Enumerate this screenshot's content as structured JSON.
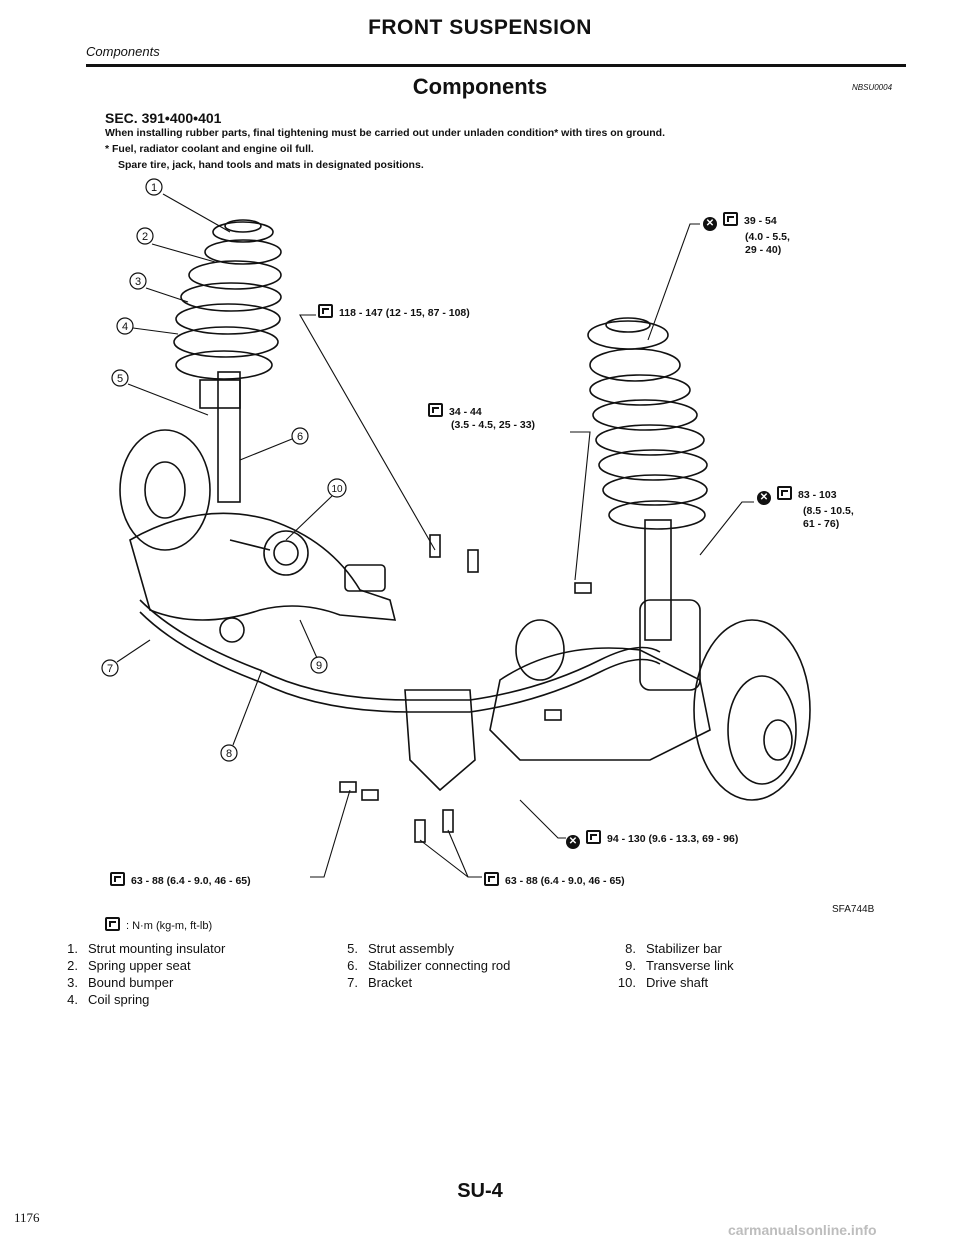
{
  "header": {
    "title": "FRONT SUSPENSION",
    "section": "Components"
  },
  "page_title": "Components",
  "doc_code": "NBSU0004",
  "sec_line": "SEC. 391•400•401",
  "notes": {
    "line1": "When installing rubber parts, final tightening must be carried out under unladen condition* with tires on ground.",
    "line2": "*  Fuel, radiator coolant and engine oil full.",
    "line3": "Spare tire, jack, hand tools and mats in designated positions."
  },
  "torques": {
    "t_39_54": {
      "l1": "39 - 54",
      "l2": "(4.0 - 5.5,",
      "l3": "29 - 40)"
    },
    "t_118_147": "118 - 147 (12 - 15, 87 - 108)",
    "t_34_44": {
      "l1": "34 - 44",
      "l2": "(3.5 - 4.5, 25 - 33)"
    },
    "t_83_103": {
      "l1": "83 - 103",
      "l2": "(8.5 - 10.5,",
      "l3": "61 - 76)"
    },
    "t_94_130": "94 - 130 (9.6 - 13.3, 69 - 96)",
    "t_63_88_left": "63 - 88 (6.4 - 9.0, 46 - 65)",
    "t_63_88_right": "63 - 88 (6.4 - 9.0, 46 - 65)"
  },
  "legend_units": ": N·m (kg-m, ft-lb)",
  "figure_code": "SFA744B",
  "callouts": [
    "1",
    "2",
    "3",
    "4",
    "5",
    "6",
    "7",
    "8",
    "9",
    "10"
  ],
  "parts": [
    {
      "num": "1.",
      "name": "Strut mounting insulator"
    },
    {
      "num": "2.",
      "name": "Spring upper seat"
    },
    {
      "num": "3.",
      "name": "Bound bumper"
    },
    {
      "num": "4.",
      "name": "Coil spring"
    },
    {
      "num": "5.",
      "name": "Strut assembly"
    },
    {
      "num": "6.",
      "name": "Stabilizer connecting rod"
    },
    {
      "num": "7.",
      "name": "Bracket"
    },
    {
      "num": "8.",
      "name": "Stabilizer bar"
    },
    {
      "num": "9.",
      "name": "Transverse link"
    },
    {
      "num": "10.",
      "name": "Drive shaft"
    }
  ],
  "footer": {
    "page_code": "SU-4",
    "book_page": "1176",
    "watermark": "carmanualsonline.info"
  }
}
